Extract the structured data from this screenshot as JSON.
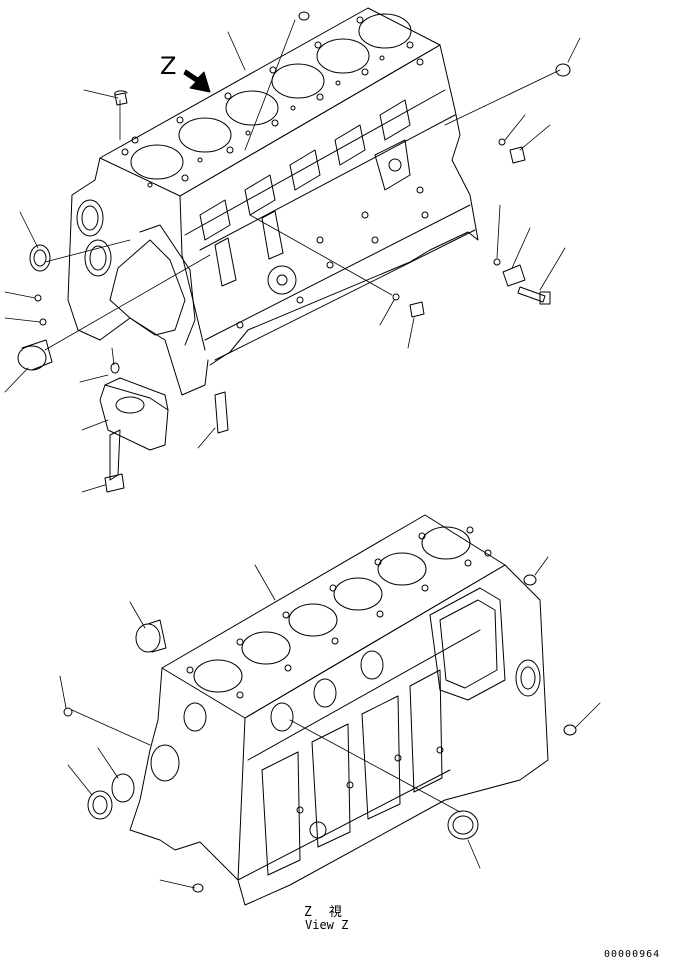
{
  "view_marker": "Z",
  "view_caption": {
    "cjk": "Z　視",
    "english": "View Z"
  },
  "document_number": "00000964"
}
